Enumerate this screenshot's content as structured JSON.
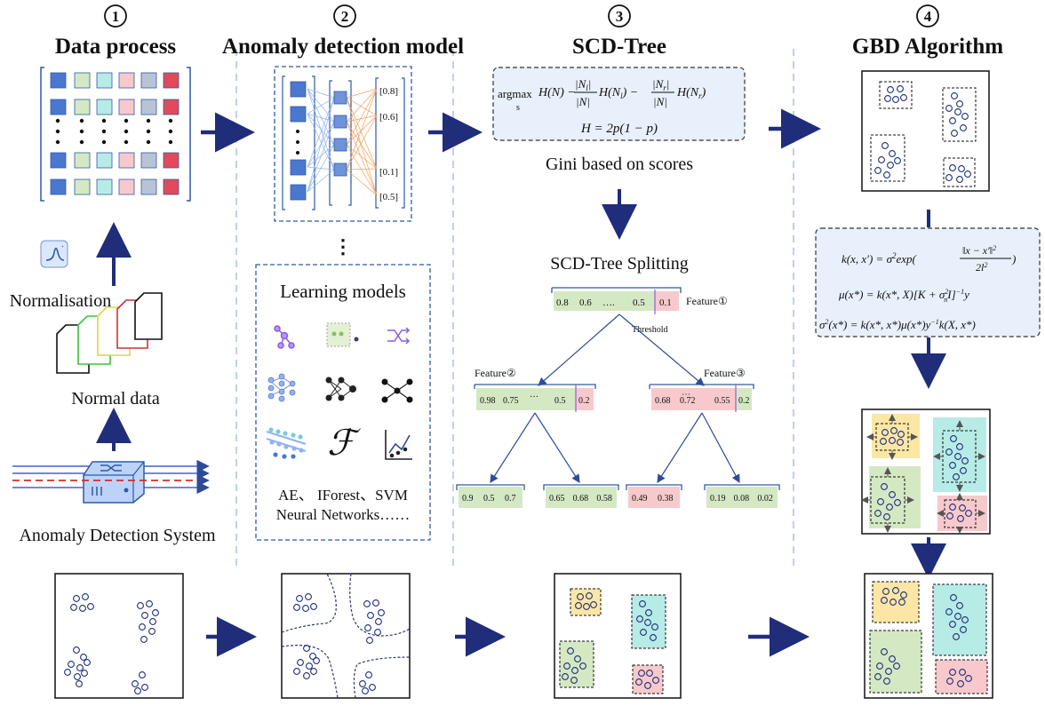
{
  "headers": [
    {
      "num": "1",
      "title": "Data process"
    },
    {
      "num": "2",
      "title": "Anomaly detection model"
    },
    {
      "num": "3",
      "title": "SCD-Tree"
    },
    {
      "num": "4",
      "title": "GBD Algorithm"
    }
  ],
  "left": {
    "normalisation": "Normalisation",
    "normal_data": "Normal data",
    "system": "Anomaly Detection System"
  },
  "model": {
    "outputs": [
      "[0.8]",
      "[0.6]",
      "[0.1]",
      "[0.5]"
    ],
    "vdots": "⋮",
    "learning_title": "Learning models",
    "caption_line1": "AE、 IForest、SVM",
    "caption_line2": "Neural Networks……",
    "script_f": "ℱ"
  },
  "scd": {
    "formula_line1": "argmax H(N) − (|Nl|/|N|) H(Nl) − (|Nr|/|N|) H(Nr)",
    "formula_argmax": "argmax",
    "formula_sub": "s",
    "formula_line2": "H = 2p(1 − p)",
    "gini": "Gini based on scores",
    "splitting": "SCD-Tree Splitting",
    "root": {
      "values": [
        "0.8",
        "0.6",
        "….",
        "0.5"
      ],
      "tail": "0.1",
      "label": "Feature①",
      "threshold": "Threshold"
    },
    "left": {
      "values": [
        "0.98",
        "0.75",
        "…",
        "0.5"
      ],
      "tail": "0.2",
      "label": "Feature②"
    },
    "right": {
      "values": [
        "0.68",
        "0.72",
        "0.55"
      ],
      "tail": "0.2",
      "label": "Feature③",
      "dots": "⋯"
    },
    "leaves": [
      {
        "values": [
          "0.9",
          "0.5",
          "0.7"
        ],
        "color": "#d5e8c4"
      },
      {
        "values": [
          "0.65",
          "0.68",
          "0.58"
        ],
        "color": "#d5e8c4"
      },
      {
        "values": [
          "0.49",
          "0.38"
        ],
        "color": "#f7c9cc"
      },
      {
        "values": [
          "0.19",
          "0.08",
          "0.02"
        ],
        "color": "#d5e8c4"
      }
    ]
  },
  "gbd": {
    "eq1": "k(x, x′) = σ² exp(‖x − x′‖² / 2l²)",
    "eq2": "μ(x*) = k(x*, X)[K + σn²I]⁻¹y",
    "eq3": "σ²(x*) = k(x*, x*)μ(x*)y⁻¹k(X, x*)"
  },
  "colors": {
    "arrow": "#1f2d7a",
    "accent": "#2e5aa8",
    "green": "#d5e8c4",
    "pink": "#f7c9cc",
    "yellow": "#fbe6a6",
    "cyan": "#b7ebe6",
    "lightblue": "#e8f0fb"
  }
}
